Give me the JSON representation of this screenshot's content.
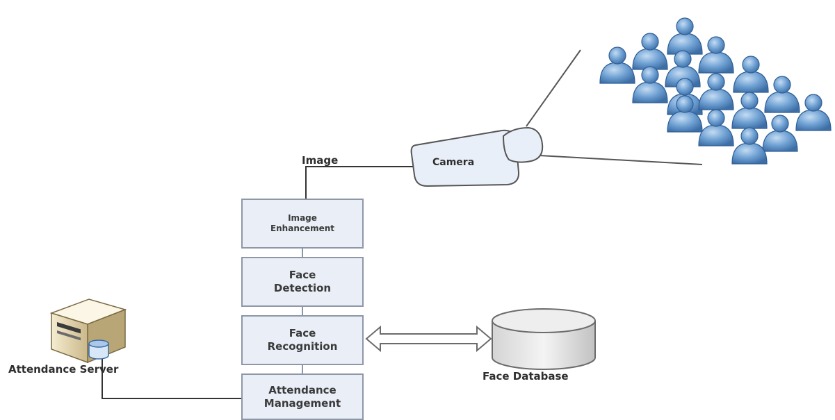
{
  "labels": {
    "image": "Image",
    "camera": "Camera",
    "attendance_server": "Attendance Server",
    "face_database": "Face Database"
  },
  "steps": [
    {
      "line1": "Image",
      "line2": "Enhancement"
    },
    {
      "line1": "Face",
      "line2": "Detection"
    },
    {
      "line1": "Face",
      "line2": "Recognition"
    },
    {
      "line1": "Attendance",
      "line2": "Management"
    }
  ],
  "colors": {
    "box_fill": "#e9eef7",
    "box_border": "#8e97a8",
    "person_fill": "#5b8fc9",
    "line": "#333333"
  },
  "icons": [
    "people-crowd-icon",
    "camera-icon",
    "server-icon",
    "database-icon"
  ]
}
